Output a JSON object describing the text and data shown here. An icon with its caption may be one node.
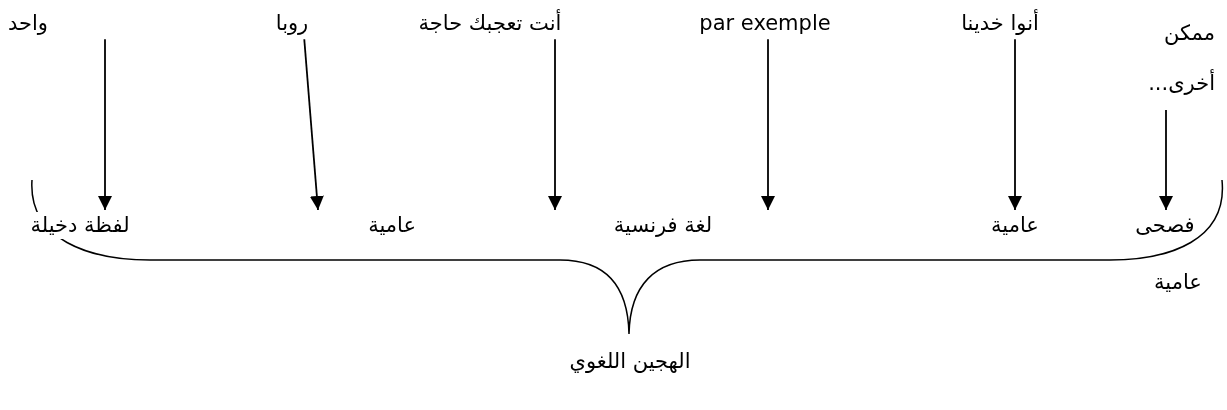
{
  "diagram": {
    "nodes": [
      {
        "text": [
          "ممكن أخرى..."
        ]
      },
      {
        "text": [
          "أنوا خدينا"
        ]
      },
      {
        "text": [
          "par exemple"
        ]
      },
      {
        "text": [
          "أنت تعجبك حاجة"
        ]
      },
      {
        "text": [
          "روبا"
        ]
      },
      {
        "text": [
          "واحد"
        ]
      },
      {
        "text": [
          "فصحى"
        ]
      },
      {
        "text": [
          "عامية"
        ]
      },
      {
        "text": [
          "لغة فرنسية"
        ]
      },
      {
        "text": [
          "عامية"
        ]
      },
      {
        "text": [
          "لفظة دخيلة"
        ]
      }
    ],
    "edges": [
      {
        "from": 0,
        "to": 6,
        "arrow": "to"
      },
      {
        "from": 1,
        "to": 7,
        "arrow": "to"
      },
      {
        "from": 2,
        "to": 8,
        "arrow": "to"
      },
      {
        "from": 3,
        "to": 8,
        "arrow": "to"
      },
      {
        "from": 4,
        "to": 9,
        "arrow": "to"
      },
      {
        "from": 5,
        "to": 10,
        "arrow": "to"
      }
    ],
    "labels": [
      "عامية",
      "الهجين اللغوي"
    ]
  }
}
